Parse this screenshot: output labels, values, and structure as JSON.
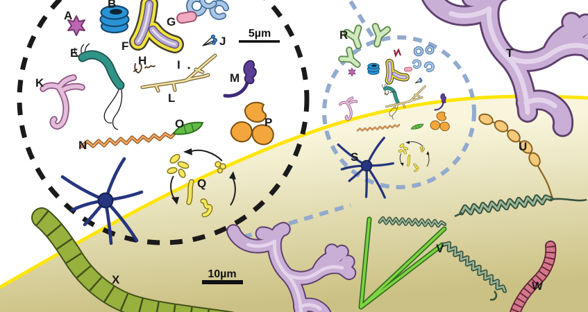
{
  "figure": {
    "kind": "microbial-scales-illustration",
    "zoom_views": {
      "inner_circle_style": "black-dashed",
      "outer_circle_style": "blue-dashed"
    }
  },
  "labels": {
    "A": "A",
    "B": "B",
    "E": "E",
    "F": "F",
    "G": "G",
    "H": "H",
    "I": "I",
    "J": "J",
    "K": "K",
    "L": "L",
    "M": "M",
    "N": "N",
    "O": "O",
    "P": "P",
    "Q": "Q",
    "R": "R",
    "S": "S",
    "T": "T",
    "U": "U",
    "V": "V",
    "W": "W",
    "X": "X"
  },
  "scale_bars": {
    "inner": {
      "text": "5µm"
    },
    "outer": {
      "text": "10µm"
    }
  },
  "organisms": {
    "A": "star-shaped-microbe",
    "B": "stacked-disc-bacterium",
    "E": "flagellated-curved-rod",
    "F": "branched-yeast-cell",
    "G": "capsule-bacterium",
    "H": "tiny-branched-filaments",
    "I": "micro-cell",
    "J": "flagellated-cell-cluster",
    "K": "branched-pink-hypha",
    "L": "segmented-mycelial-filament",
    "M": "stalked-bacterium",
    "N": "spirillum",
    "O": "green-spindle-cell",
    "P": "amoeboid-blobs",
    "Q": "yeast-budding-cycle",
    "R": "branched-green-microbes",
    "S": "star-shaped-cell",
    "T": "branched-coral-colony",
    "U": "beaded-filament",
    "V": "coiled-cells-on-green-stalks",
    "W": "segmented-worm",
    "X": "segmented-filamentous-alga"
  },
  "colors": {
    "background_upper": "#ffffff",
    "background_lower_top": "#f8f5dc",
    "background_lower_bottom": "#cbc184",
    "surface_line": "#ffe50a",
    "dashed_circle_inner": "#1a1a1a",
    "dashed_circle_outer": "#92aacd",
    "label_text": "#1a1a1a",
    "star_cell": "#26357f",
    "coral": "#c9aed6",
    "worm": "#d4768b",
    "alga": "#96b13d"
  }
}
